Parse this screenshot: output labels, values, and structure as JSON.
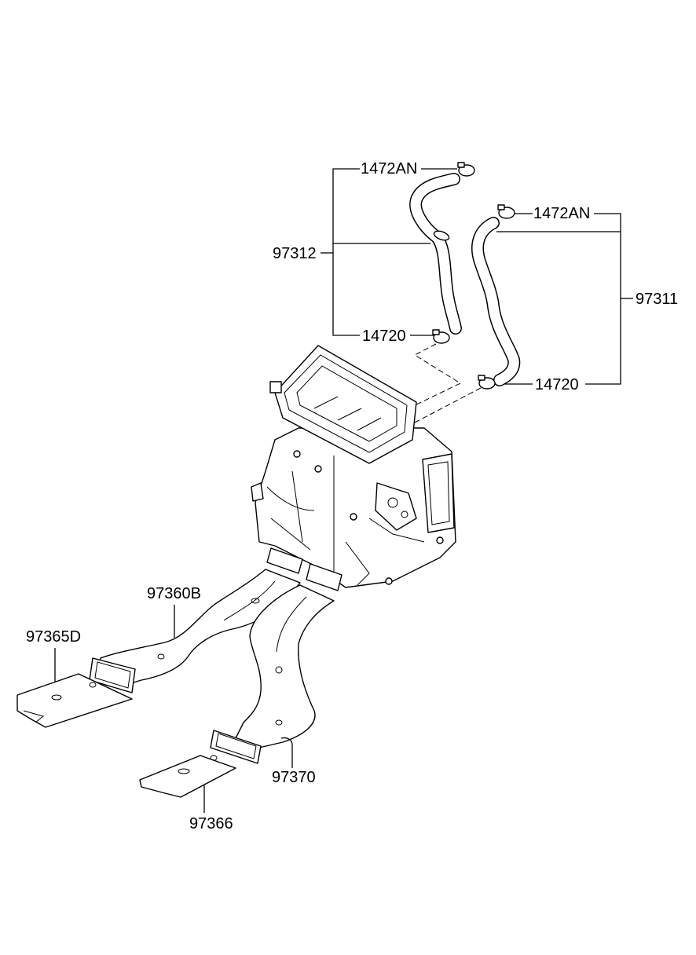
{
  "diagram": {
    "labels": {
      "clamp_upper_left": "1472AN",
      "clamp_upper_right": "1472AN",
      "hose_left": "97312",
      "hose_right": "97311",
      "clamp_lower_left": "14720",
      "clamp_lower_right": "14720",
      "duct_left": "97360B",
      "cover_left": "97365D",
      "duct_right": "97370",
      "cover_right": "97366"
    }
  }
}
